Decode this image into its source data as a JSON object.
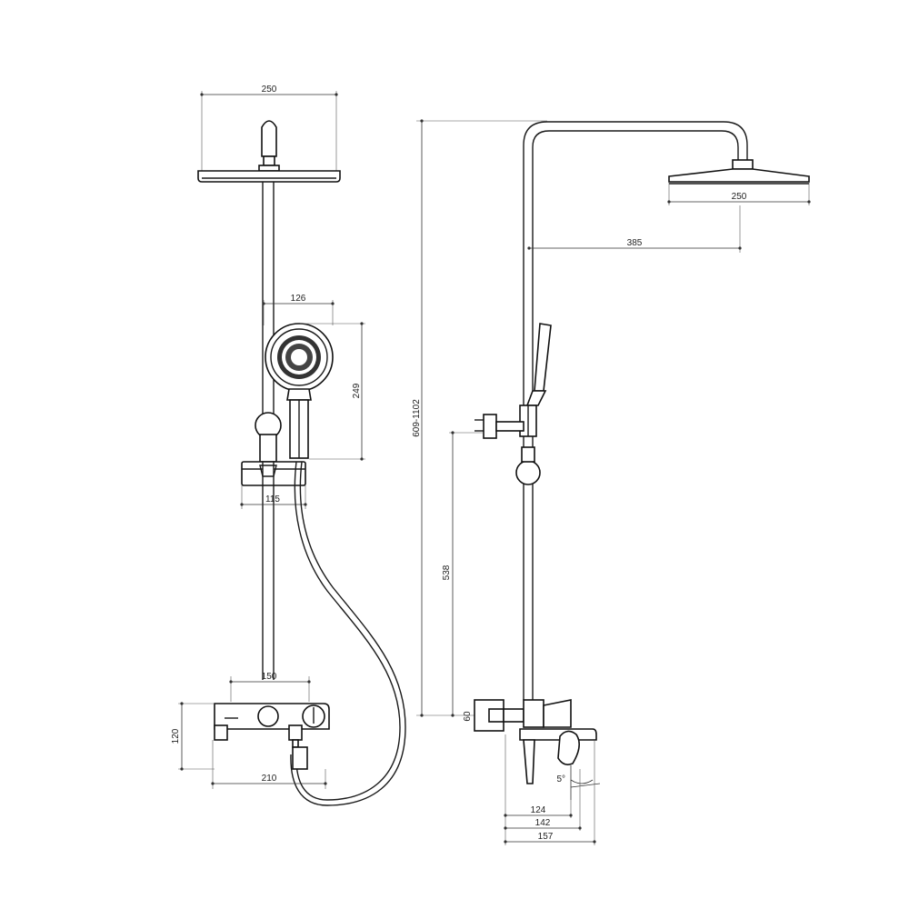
{
  "front_view": {
    "dim_head_width": "250",
    "dim_handshower_width": "126",
    "dim_handshower_height": "249",
    "dim_slider_width": "115",
    "dim_mixer_depth_top": "150",
    "dim_mixer_height": "120",
    "dim_mixer_width": "210"
  },
  "side_view": {
    "dim_total_height": "609-1102",
    "dim_head_width": "250",
    "dim_arm_reach": "385",
    "dim_holder_height": "538",
    "dim_inlet": "60",
    "dim_angle": "5°",
    "dim_spout_124": "124",
    "dim_spout_142": "142",
    "dim_spout_157": "157"
  }
}
